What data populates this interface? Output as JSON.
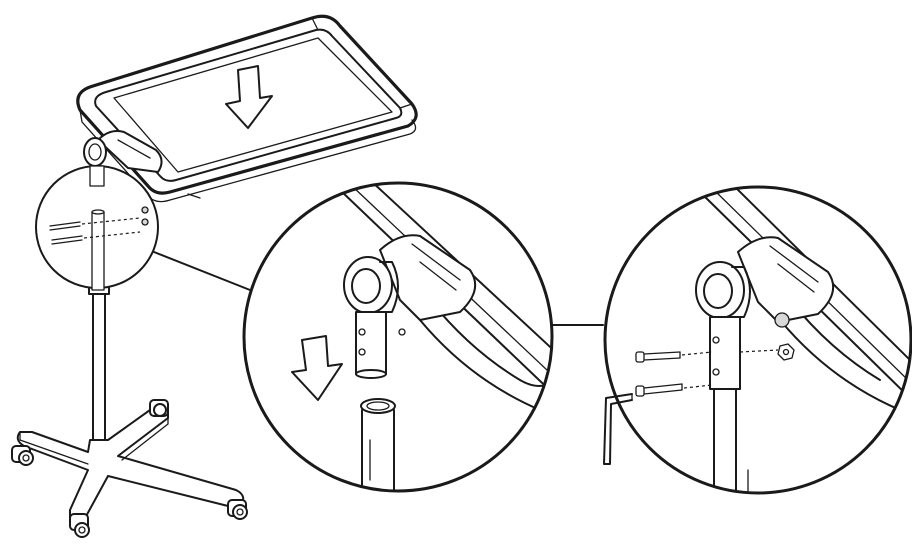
{
  "figure": {
    "colors": {
      "line": "#1a1a1a",
      "background": "#ffffff",
      "shade": "#d8d8d8"
    },
    "parts": [
      "tray",
      "tray-mount-bracket",
      "vertical-pole",
      "caster-base",
      "mounting-bolt",
      "hex-nut",
      "hex-key"
    ],
    "icons": [
      "down-arrow-icon"
    ]
  }
}
